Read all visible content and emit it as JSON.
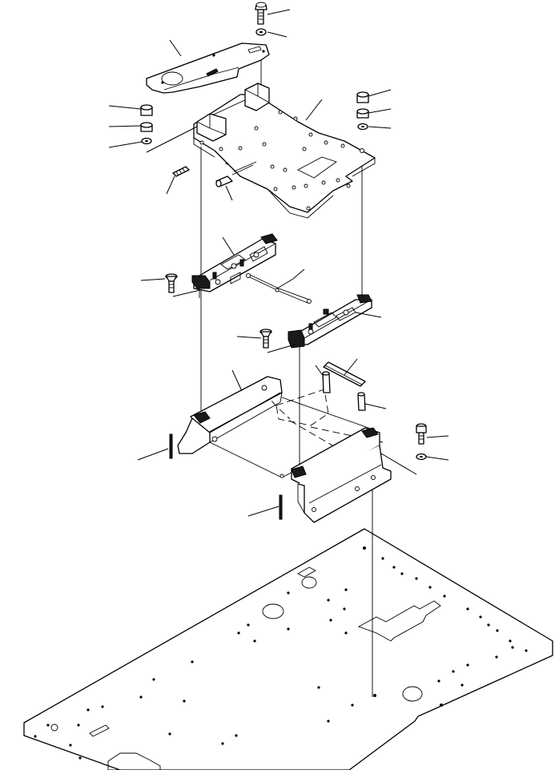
{
  "diagram": {
    "type": "exploded-parts-drawing",
    "callouts": [
      {
        "id": "c1",
        "label": ""
      },
      {
        "id": "c2",
        "label": ""
      },
      {
        "id": "c3",
        "label": ""
      },
      {
        "id": "c4",
        "label": ""
      },
      {
        "id": "c5",
        "label": ""
      },
      {
        "id": "c6",
        "label": ""
      },
      {
        "id": "c7",
        "label": ""
      },
      {
        "id": "c8",
        "label": ""
      },
      {
        "id": "c9",
        "label": ""
      },
      {
        "id": "c10",
        "label": ""
      },
      {
        "id": "c11",
        "label": ""
      },
      {
        "id": "c12",
        "label": ""
      },
      {
        "id": "c13",
        "label": ""
      },
      {
        "id": "c14",
        "label": ""
      },
      {
        "id": "c15",
        "label": ""
      },
      {
        "id": "c16",
        "label": ""
      },
      {
        "id": "c17",
        "label": ""
      },
      {
        "id": "c18",
        "label": ""
      },
      {
        "id": "c19",
        "label": ""
      },
      {
        "id": "c20",
        "label": ""
      },
      {
        "id": "c21",
        "label": ""
      },
      {
        "id": "c22",
        "label": ""
      },
      {
        "id": "c23",
        "label": ""
      },
      {
        "id": "c24",
        "label": ""
      },
      {
        "id": "c25",
        "label": ""
      }
    ],
    "colors": {
      "line": "#000000",
      "background": "#ffffff"
    }
  }
}
